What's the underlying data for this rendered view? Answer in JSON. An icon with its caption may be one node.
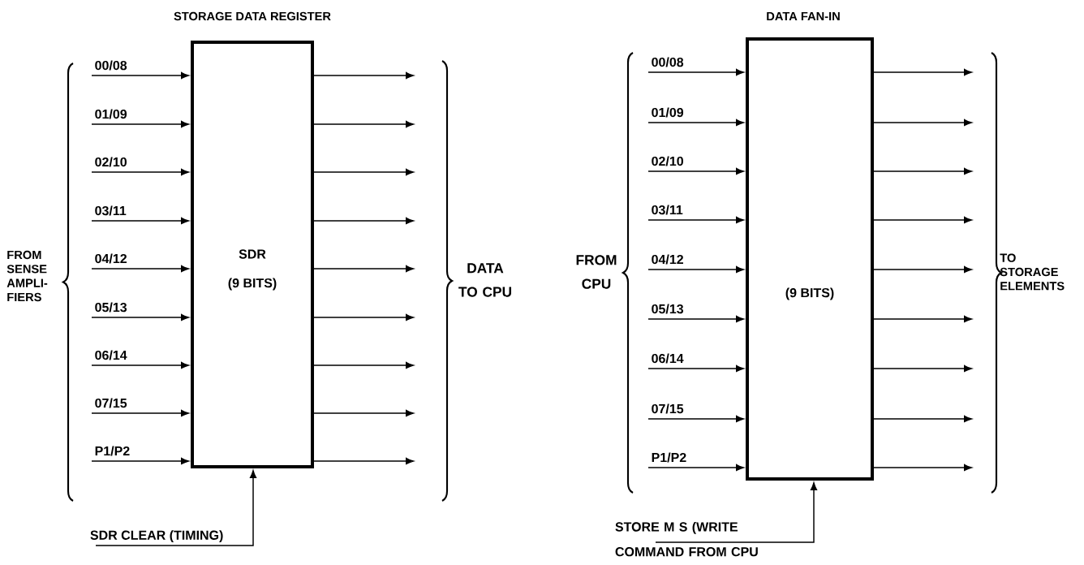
{
  "diagram": {
    "nodes": [
      {
        "text": [
          "STORAGE DATA REGISTER",
          "SDR",
          "(9 BITS)"
        ]
      },
      {
        "text": [
          "DATA FAN-IN",
          "(9 BITS)"
        ]
      },
      {
        "text": [
          "SDR CLEAR (TIMING)"
        ]
      },
      {
        "text": [
          "STORE M S (WRITE COMMAND FROM CPU"
        ]
      }
    ],
    "edges": [
      {
        "from": null,
        "to": 0,
        "arrow": "to",
        "label": "00/08"
      },
      {
        "from": null,
        "to": 0,
        "arrow": "to",
        "label": "01/09"
      },
      {
        "from": null,
        "to": 0,
        "arrow": "to",
        "label": "02/10"
      },
      {
        "from": null,
        "to": 0,
        "arrow": "to",
        "label": "03/11"
      },
      {
        "from": null,
        "to": 0,
        "arrow": "to",
        "label": "04/12"
      },
      {
        "from": null,
        "to": 0,
        "arrow": "to",
        "label": "05/13"
      },
      {
        "from": null,
        "to": 0,
        "arrow": "to",
        "label": "06/14"
      },
      {
        "from": null,
        "to": 0,
        "arrow": "to",
        "label": "07/15"
      },
      {
        "from": null,
        "to": 0,
        "arrow": "to",
        "label": "P1/P2"
      },
      {
        "from": 0,
        "to": null,
        "arrow": "to"
      },
      {
        "from": 0,
        "to": null,
        "arrow": "to"
      },
      {
        "from": 0,
        "to": null,
        "arrow": "to"
      },
      {
        "from": 0,
        "to": null,
        "arrow": "to"
      },
      {
        "from": 0,
        "to": null,
        "arrow": "to"
      },
      {
        "from": 0,
        "to": null,
        "arrow": "to"
      },
      {
        "from": 0,
        "to": null,
        "arrow": "to"
      },
      {
        "from": 0,
        "to": null,
        "arrow": "to"
      },
      {
        "from": 0,
        "to": null,
        "arrow": "to"
      },
      {
        "from": 2,
        "to": 0,
        "arrow": "to"
      },
      {
        "from": null,
        "to": 1,
        "arrow": "to",
        "label": "00/08"
      },
      {
        "from": null,
        "to": 1,
        "arrow": "to",
        "label": "01/09"
      },
      {
        "from": null,
        "to": 1,
        "arrow": "to",
        "label": "02/10"
      },
      {
        "from": null,
        "to": 1,
        "arrow": "to",
        "label": "03/11"
      },
      {
        "from": null,
        "to": 1,
        "arrow": "to",
        "label": "04/12"
      },
      {
        "from": null,
        "to": 1,
        "arrow": "to",
        "label": "05/13"
      },
      {
        "from": null,
        "to": 1,
        "arrow": "to",
        "label": "06/14"
      },
      {
        "from": null,
        "to": 1,
        "arrow": "to",
        "label": "07/15"
      },
      {
        "from": null,
        "to": 1,
        "arrow": "to",
        "label": "P1/P2"
      },
      {
        "from": 1,
        "to": null,
        "arrow": "to"
      },
      {
        "from": 1,
        "to": null,
        "arrow": "to"
      },
      {
        "from": 1,
        "to": null,
        "arrow": "to"
      },
      {
        "from": 1,
        "to": null,
        "arrow": "to"
      },
      {
        "from": 1,
        "to": null,
        "arrow": "to"
      },
      {
        "from": 1,
        "to": null,
        "arrow": "to"
      },
      {
        "from": 1,
        "to": null,
        "arrow": "to"
      },
      {
        "from": 1,
        "to": null,
        "arrow": "to"
      },
      {
        "from": 1,
        "to": null,
        "arrow": "to"
      },
      {
        "from": 3,
        "to": 1,
        "arrow": "to"
      }
    ],
    "labels": [
      "FROM SENSE AMPLI- FIERS",
      "DATA TO CPU",
      "FROM CPU",
      "TO STORAGE ELEMENTS"
    ]
  }
}
